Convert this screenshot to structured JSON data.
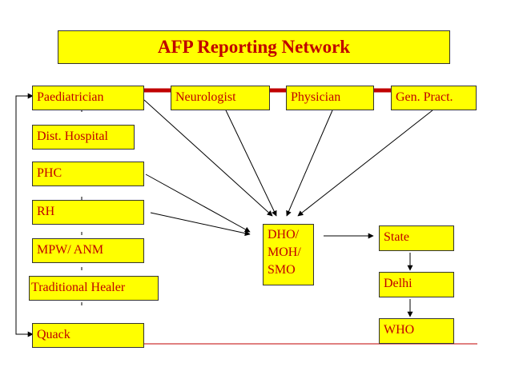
{
  "title": "AFP Reporting Network",
  "colors": {
    "box_fill": "#ffff00",
    "text": "#c00000",
    "connector_bar": "#c00000",
    "line": "#000000"
  },
  "nodes": {
    "paediatrician": "Paediatrician",
    "neurologist": "Neurologist",
    "physician": "Physician",
    "gen_pract": "Gen. Pract.",
    "dist_hospital": "Dist. Hospital",
    "phc": "PHC",
    "rh": "RH",
    "mpw_anm": "MPW/ ANM",
    "traditional_healer": "Traditional Healer",
    "quack": "Quack",
    "dho": [
      "DHO/",
      "MOH/",
      "SMO"
    ],
    "state": "State",
    "delhi": "Delhi",
    "who": "WHO"
  }
}
